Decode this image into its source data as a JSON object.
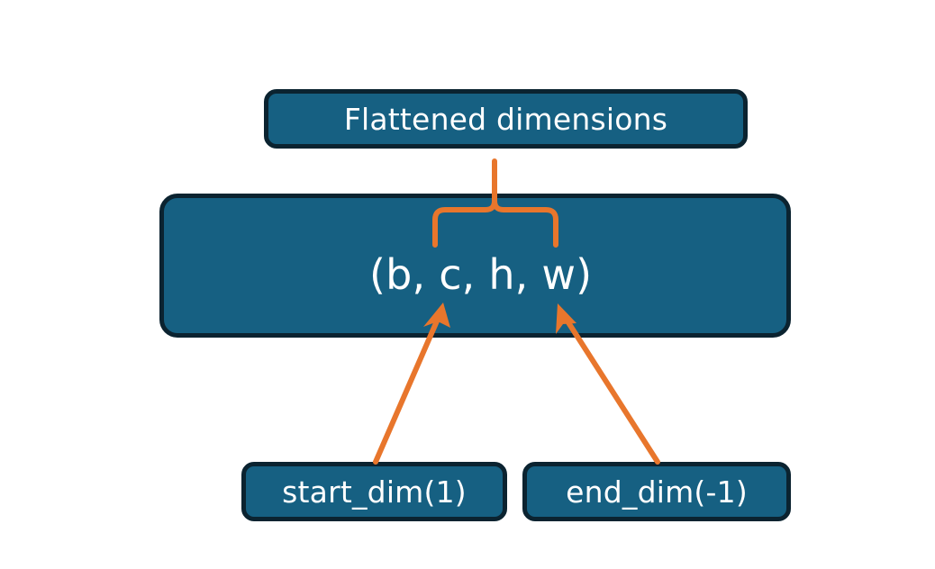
{
  "diagram": {
    "title_node": {
      "label": "Flattened dimensions"
    },
    "shape_node": {
      "label": "(b, c, h, w)",
      "dims": [
        "b",
        "c",
        "h",
        "w"
      ]
    },
    "arg_nodes": [
      {
        "label": "start_dim(1)",
        "value": 1,
        "points_to_dim": "c"
      },
      {
        "label": "end_dim(-1)",
        "value": -1,
        "points_to_dim": "w"
      }
    ],
    "connectors": {
      "brace": {
        "name": "flattened-range-brace",
        "spans_dims": [
          "c",
          "h",
          "w"
        ],
        "points_to": "Flattened dimensions"
      },
      "arrows": [
        {
          "name": "start-dim-arrow",
          "from": "start_dim(1)",
          "to": "c"
        },
        {
          "name": "end-dim-arrow",
          "from": "end_dim(-1)",
          "to": "w"
        }
      ]
    },
    "colors": {
      "node_fill": "#166082",
      "node_border": "#0b2330",
      "node_text": "#ffffff",
      "connector": "#E8762C",
      "background": "#ffffff"
    }
  }
}
